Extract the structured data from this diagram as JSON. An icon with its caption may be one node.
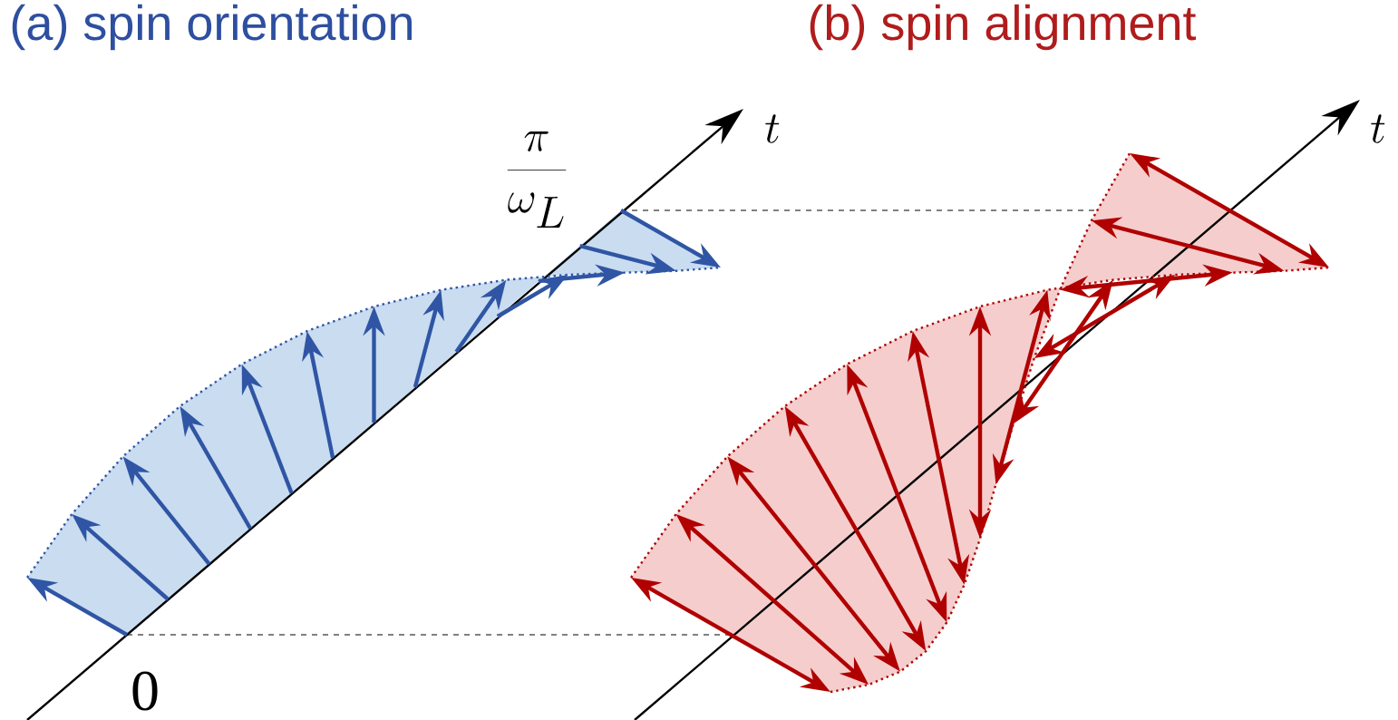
{
  "diagram": {
    "labels": [
      "(a) spin orientation",
      "(b) spin alignment",
      "t",
      "\\frac{\\pi}{\\omega_L}",
      "t",
      "0"
    ]
  }
}
